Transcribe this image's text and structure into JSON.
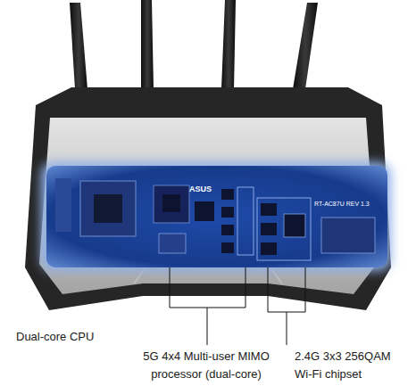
{
  "diagram": {
    "labels": [
      "ASUS",
      "RT-AC87U REV 1.3",
      "Dual-core CPU",
      "5G 4x4 Multi-user MIMO processor (dual-core)",
      "2.4G 3x3 256QAM Wi-Fi chipset"
    ]
  }
}
